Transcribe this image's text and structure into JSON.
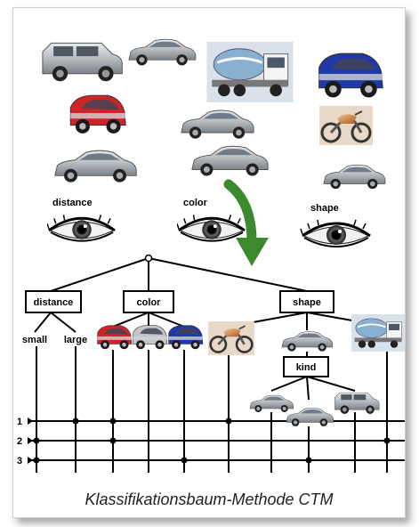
{
  "criteria": {
    "distance": "distance",
    "color": "color",
    "shape": "shape"
  },
  "distance_classes": [
    "small",
    "large"
  ],
  "kind_label": "kind",
  "row_numbers": [
    "1",
    "2",
    "3"
  ],
  "caption": "Klassifikationsbaum-Methode CTM",
  "colors": {
    "arrow": "#3c8a2e",
    "line": "#000000",
    "car_silver": "#b8bdc2",
    "car_red": "#d0242a",
    "car_blue": "#1f3aa8",
    "bike_orange": "#c8742a"
  },
  "icons": {
    "eye": "eye-icon",
    "arrow": "arrow-down-icon"
  }
}
